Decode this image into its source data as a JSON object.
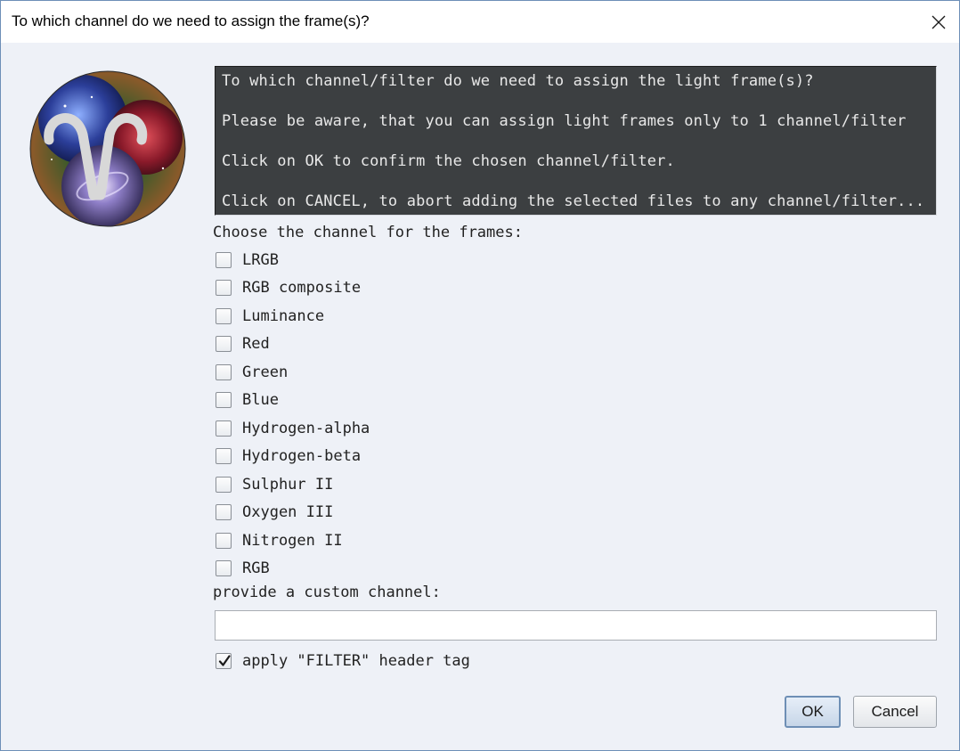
{
  "window": {
    "title": "To which channel do we need to assign the frame(s)?"
  },
  "message": {
    "lines": [
      "To which channel/filter do we need to assign the light frame(s)?",
      "Please be aware, that you can assign light frames only to 1 channel/filter",
      "Click on OK to confirm the chosen channel/filter.",
      "Click on CANCEL, to abort adding the selected files to any channel/filter..."
    ]
  },
  "channels": {
    "label": "Choose the channel for the frames:",
    "options": [
      {
        "label": "LRGB",
        "checked": false
      },
      {
        "label": "RGB composite",
        "checked": false
      },
      {
        "label": "Luminance",
        "checked": false
      },
      {
        "label": "Red",
        "checked": false
      },
      {
        "label": "Green",
        "checked": false
      },
      {
        "label": "Blue",
        "checked": false
      },
      {
        "label": "Hydrogen-alpha",
        "checked": false
      },
      {
        "label": "Hydrogen-beta",
        "checked": false
      },
      {
        "label": "Sulphur II",
        "checked": false
      },
      {
        "label": "Oxygen III",
        "checked": false
      },
      {
        "label": "Nitrogen II",
        "checked": false
      },
      {
        "label": "RGB",
        "checked": false
      }
    ]
  },
  "custom": {
    "label": "provide a custom channel:",
    "value": ""
  },
  "filter_tag": {
    "label": "apply \"FILTER\" header tag",
    "checked": true
  },
  "buttons": {
    "ok": "OK",
    "cancel": "Cancel"
  },
  "colors": {
    "message_background": "#3c3f41",
    "message_text": "#e8e8e8",
    "dialog_background": "#eef1f7",
    "ok_button_border": "#6e8fb5"
  }
}
